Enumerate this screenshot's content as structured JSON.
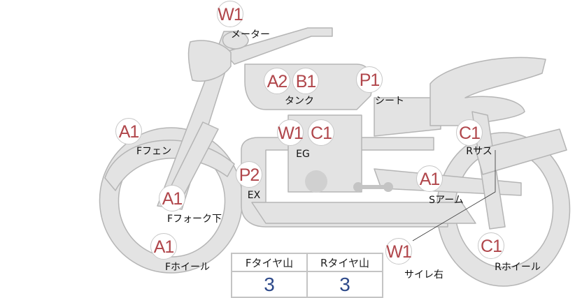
{
  "parts": [
    {
      "code": "W1",
      "label": "メーター"
    },
    {
      "code": "A2",
      "label": ""
    },
    {
      "code": "B1",
      "label": "タンク"
    },
    {
      "code": "P1",
      "label": "シート"
    },
    {
      "code": "A1",
      "label": "Fフェン"
    },
    {
      "code": "W1",
      "label": ""
    },
    {
      "code": "C1",
      "label": "EG"
    },
    {
      "code": "C1",
      "label": "Rサス"
    },
    {
      "code": "P2",
      "label": "EX"
    },
    {
      "code": "A1",
      "label": "Sアーム"
    },
    {
      "code": "A1",
      "label": "Fフォーク下"
    },
    {
      "code": "A1",
      "label": "Fホイール"
    },
    {
      "code": "W1",
      "label": "サイレ右"
    },
    {
      "code": "C1",
      "label": "Rホイール"
    }
  ],
  "tire_table": {
    "headers": [
      "Fタイヤ山",
      "Rタイヤ山"
    ],
    "values": [
      "3",
      "3"
    ]
  },
  "colors": {
    "badge_text": "#b0464b",
    "value_text": "#2e4a8a",
    "body_fill": "#e3e3e3"
  }
}
